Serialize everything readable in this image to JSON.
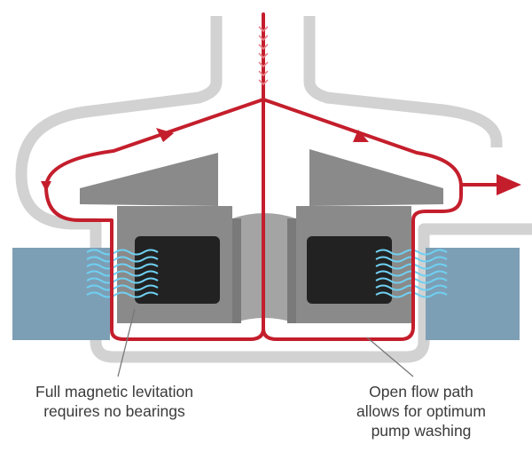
{
  "annotations": {
    "left": {
      "lines": [
        "Full magnetic levitation",
        "requires no bearings"
      ]
    },
    "right": {
      "lines": [
        "Open flow path",
        "allows for optimum",
        "pump washing"
      ]
    }
  },
  "colors": {
    "flow": "#c41e2c",
    "housing": "#d2d2d2",
    "impeller": "#8a8a8a",
    "impeller_dark": "#6f6f6f",
    "magnet": "#222222",
    "stator": "#7d9fb5",
    "field_waves": "#6fd0f2",
    "text": "#3a3a3a",
    "leader": "#777777"
  }
}
